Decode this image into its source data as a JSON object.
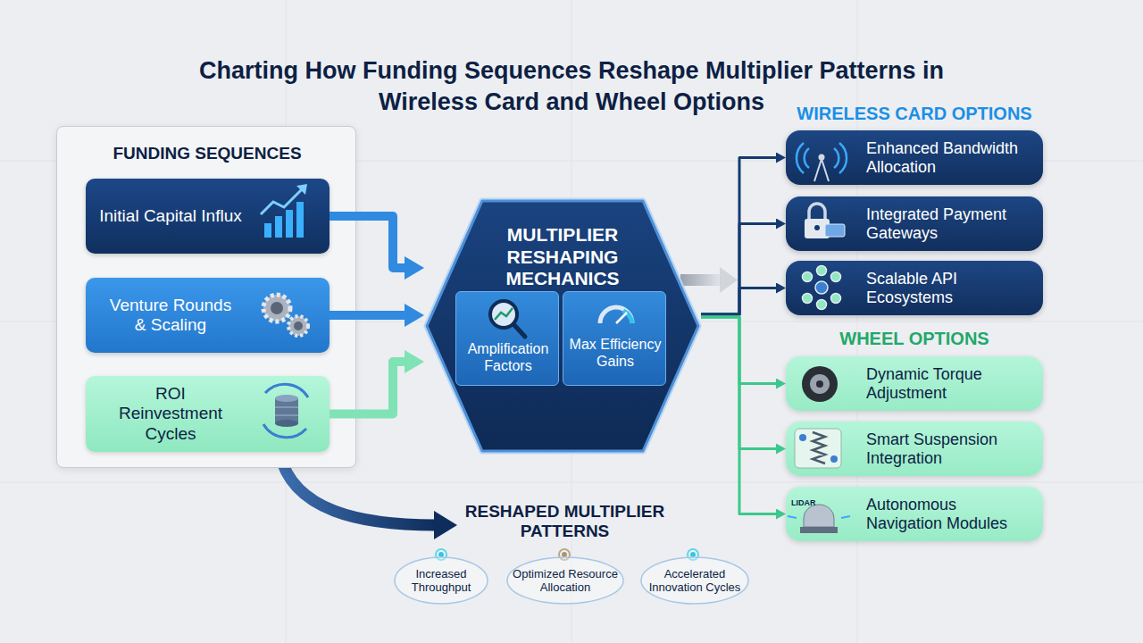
{
  "diagram": {
    "title": "Charting How Funding Sequences Reshape Multiplier Patterns in Wireless Card and Wheel Options",
    "nodes": [
      {
        "text": [
          "FUNDING SEQUENCES"
        ]
      },
      {
        "text": [
          "Initial Capital Influx"
        ],
        "in": 0
      },
      {
        "text": [
          "Venture Rounds & Scaling"
        ],
        "in": 0
      },
      {
        "text": [
          "ROI Reinvestment Cycles"
        ],
        "in": 0
      },
      {
        "text": [
          "MULTIPLIER RESHAPING MECHANICS"
        ]
      },
      {
        "text": [
          "Amplification Factors"
        ],
        "in": 4
      },
      {
        "text": [
          "Max Efficiency Gains"
        ],
        "in": 4
      },
      {
        "text": [
          "Enhanced Bandwidth Allocation"
        ]
      },
      {
        "text": [
          "Integrated Payment Gateways"
        ]
      },
      {
        "text": [
          "Scalable API Ecosystems"
        ]
      },
      {
        "text": [
          "Dynamic Torque Adjustment"
        ]
      },
      {
        "text": [
          "Smart Suspension Integration"
        ]
      },
      {
        "text": [
          "Autonomous Navigation Modules"
        ]
      },
      {
        "text": [
          "Increased Throughput"
        ]
      },
      {
        "text": [
          "Optimized Resource Allocation"
        ]
      },
      {
        "text": [
          "Accelerated Innovation Cycles"
        ]
      }
    ],
    "edges": [
      {
        "from": 1,
        "to": 4,
        "arrow": "to"
      },
      {
        "from": 2,
        "to": 4,
        "arrow": "to"
      },
      {
        "from": 3,
        "to": 4,
        "arrow": "to"
      },
      {
        "from": 4,
        "to": 7,
        "arrow": "to"
      },
      {
        "from": 4,
        "to": 8,
        "arrow": "to"
      },
      {
        "from": 4,
        "to": 9,
        "arrow": "to"
      },
      {
        "from": 4,
        "to": 10,
        "arrow": "to"
      },
      {
        "from": 4,
        "to": 11,
        "arrow": "to"
      },
      {
        "from": 4,
        "to": 12,
        "arrow": "to"
      }
    ],
    "labels": [
      "WIRELESS CARD OPTIONS",
      "WHEEL OPTIONS",
      "RESHAPED MULTIPLIER PATTERNS",
      "LIDAR"
    ]
  }
}
